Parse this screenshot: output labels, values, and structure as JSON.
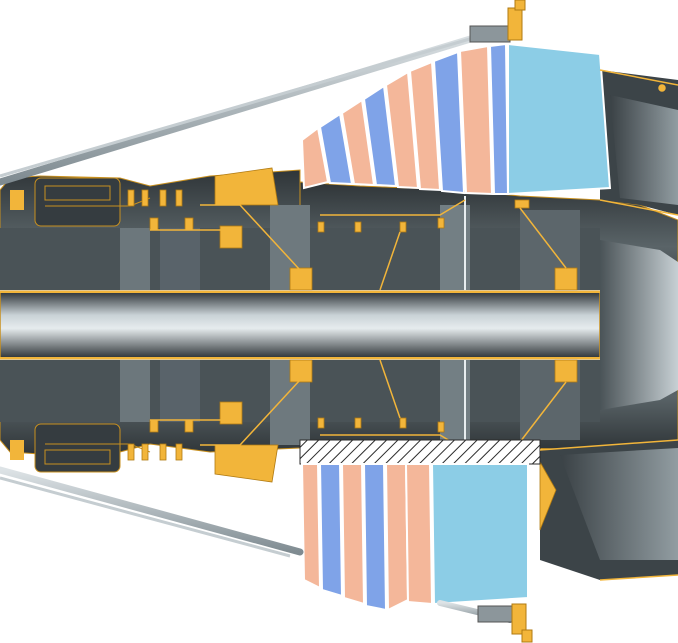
{
  "diagram": {
    "kind": "turbofan engine cross-section (cutaway)",
    "labels_printed": false
  },
  "colors": {
    "background": "#ffffff",
    "casing_dark": "#3a4145",
    "casing_mid": "#5e6a70",
    "casing_light": "#b9c4c9",
    "shaft_light": "#c9d2d6",
    "structural_gold": "#f2b53a",
    "outline_gold": "#c8901f",
    "blade_peach": "#f4b79a",
    "blade_blue": "#7fa3e8",
    "blade_cyan": "#8ccde6",
    "strut_rod": "#9aa7ae",
    "hatch": "#2b2b2b"
  },
  "components": [
    "fan",
    "low-pressure-compressor",
    "high-pressure-compressor",
    "combustor",
    "turbine",
    "main-shaft",
    "mount-struts",
    "pylon-brackets"
  ]
}
